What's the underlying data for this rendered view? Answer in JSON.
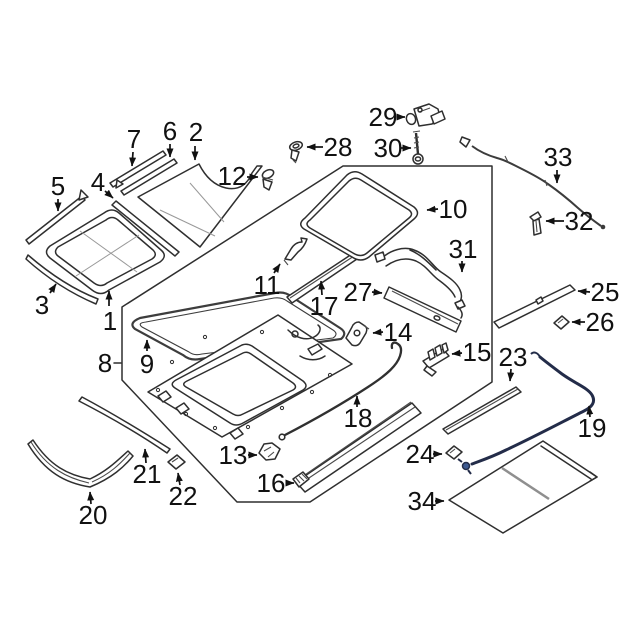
{
  "diagram": {
    "type": "exploded-parts-diagram",
    "callouts": [
      "1",
      "2",
      "3",
      "4",
      "5",
      "6",
      "7",
      "8",
      "9",
      "10",
      "11",
      "12",
      "13",
      "14",
      "15",
      "16",
      "17",
      "18",
      "19",
      "20",
      "21",
      "22",
      "23",
      "24",
      "25",
      "26",
      "27",
      "28",
      "29",
      "30",
      "31",
      "32",
      "33",
      "34"
    ],
    "colors": {
      "background": "#ffffff",
      "outline": "#2f2f2f",
      "drain_tube_navy": "#232c49",
      "connector_blue": "#3d5a91",
      "shade_divider_gray": "#8f8f8f",
      "label": "#111111"
    }
  }
}
